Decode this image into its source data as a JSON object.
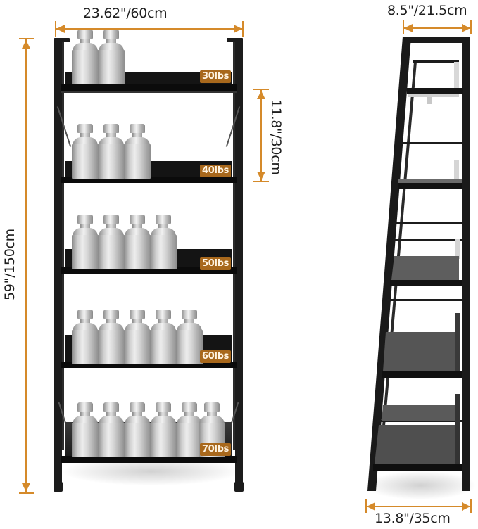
{
  "dimensions": {
    "front_width": "23.62\"/60cm",
    "shelf_spacing": "11.8\"/30cm",
    "total_height": "59\"/150cm",
    "top_depth": "8.5\"/21.5cm",
    "bottom_depth": "13.8\"/35cm"
  },
  "shelves": [
    {
      "tier": 1,
      "capacity": "30lbs",
      "weight_count": 2
    },
    {
      "tier": 2,
      "capacity": "40lbs",
      "weight_count": 3
    },
    {
      "tier": 3,
      "capacity": "50lbs",
      "weight_count": 4
    },
    {
      "tier": 4,
      "capacity": "60lbs",
      "weight_count": 5
    },
    {
      "tier": 5,
      "capacity": "70lbs",
      "weight_count": 6
    }
  ],
  "colors": {
    "dimension_line": "#d58a2a",
    "badge_background": "#a8681c",
    "badge_text": "#fff4e2",
    "frame": "#1c1c1c",
    "background": "#ffffff"
  },
  "icons": {
    "weight": "steel-calibration-weight-icon",
    "arrow": "dimension-arrow-icon"
  }
}
